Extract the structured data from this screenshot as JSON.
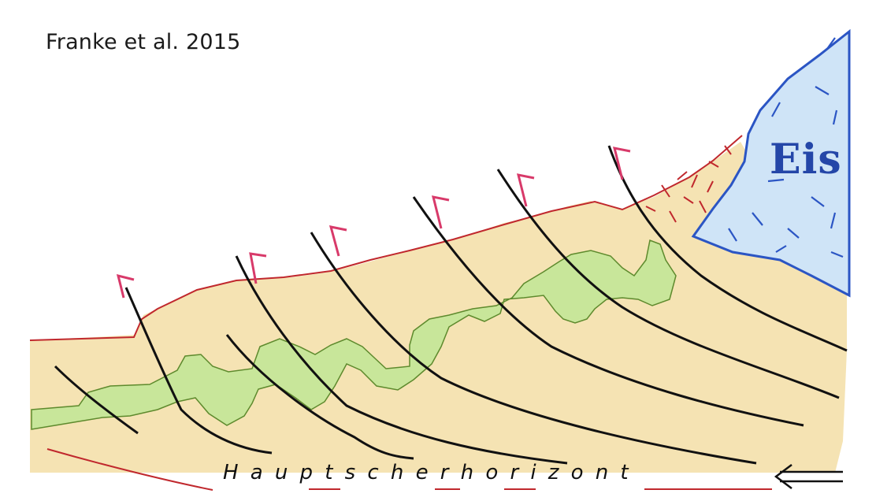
{
  "citation": "Franke et al. 2015",
  "labels": {
    "ice": "Eis",
    "shear_horizon": "Hauptscherhorizont"
  },
  "colors": {
    "background": "#ffffff",
    "sediment": "#f5e3b3",
    "green_layer": "#c8e69a",
    "fault_line": "#111111",
    "surface_line": "#c0282d",
    "ice_fill": "#cfe4f7",
    "ice_outline": "#2b55c4",
    "thrust_arrow": "#d83a6a"
  },
  "icons": [
    "thrust-arrow-icon",
    "left-arrow-icon"
  ]
}
